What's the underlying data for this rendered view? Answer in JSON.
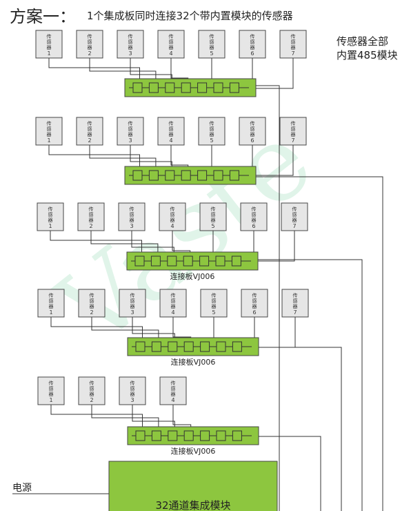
{
  "title": {
    "main": "方案一：",
    "sub": "1个集成板同时连接32个带内置模块的传感器"
  },
  "side_note": {
    "line1": "传感器全部",
    "line2": "内置485模块"
  },
  "sensor_label": [
    "传",
    "感",
    "器"
  ],
  "groups": [
    {
      "sensors": [
        "1",
        "2",
        "3",
        "4",
        "5",
        "6",
        "7"
      ],
      "board_label": ""
    },
    {
      "sensors": [
        "1",
        "2",
        "3",
        "4",
        "5",
        "6",
        "7"
      ],
      "board_label": ""
    },
    {
      "sensors": [
        "1",
        "2",
        "3",
        "4",
        "5",
        "6",
        "7"
      ],
      "board_label": "连接板VJ006"
    },
    {
      "sensors": [
        "1",
        "2",
        "3",
        "4",
        "5",
        "6",
        "7"
      ],
      "board_label": "连接板VJ006"
    },
    {
      "sensors": [
        "1",
        "2",
        "3",
        "4"
      ],
      "board_label": "连接板VJ006"
    }
  ],
  "power_label": "电源",
  "module_label": "32通道集成模块",
  "watermark": "Vaste",
  "colors": {
    "board": "#8dc63f",
    "sensor": "#e6e6e6",
    "line": "#333333",
    "watermark": "#3cb878"
  }
}
